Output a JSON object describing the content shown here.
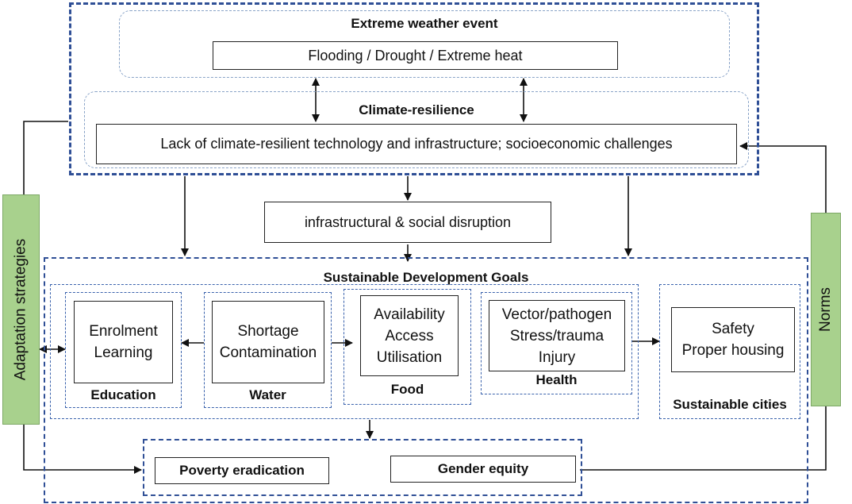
{
  "top": {
    "event_title": "Extreme weather event",
    "event_box": "Flooding / Drought / Extreme heat",
    "resilience_title": "Climate-resilience",
    "resilience_box": "Lack of climate-resilient technology and infrastructure; socioeconomic challenges"
  },
  "disruption": "infrastructural & social disruption",
  "sdg": {
    "title": "Sustainable Development Goals",
    "education": {
      "line1": "Enrolment",
      "line2": "Learning",
      "label": "Education"
    },
    "water": {
      "line1": "Shortage",
      "line2": "Contamination",
      "label": "Water"
    },
    "food": {
      "line1": "Availability",
      "line2": "Access",
      "line3": "Utilisation",
      "label": "Food"
    },
    "health": {
      "line1": "Vector/pathogen",
      "line2": "Stress/trauma",
      "line3": "Injury",
      "label": "Health"
    },
    "cities": {
      "line1": "Safety",
      "line2": "Proper housing",
      "label": "Sustainable cities"
    }
  },
  "bottom": {
    "poverty": "Poverty eradication",
    "gender": "Gender equity"
  },
  "side": {
    "left": "Adaptation strategies",
    "right": "Norms"
  },
  "colors": {
    "dash_border": "#2f4f96",
    "green_panel": "#a8d18d"
  }
}
